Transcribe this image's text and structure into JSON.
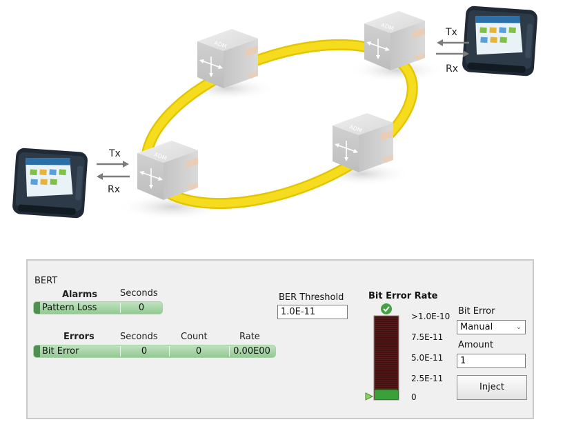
{
  "diagram": {
    "node_label": "ADM",
    "left_tx": "Tx",
    "left_rx": "Rx",
    "right_tx": "Tx",
    "right_rx": "Rx",
    "colors": {
      "ring": "#f2d400",
      "node": "#d6d6d6",
      "arrow": "#7c7c7c"
    }
  },
  "bert": {
    "title": "BERT",
    "alarms": {
      "header": "Alarms",
      "seconds_header": "Seconds",
      "rows": [
        {
          "label": "Pattern Loss",
          "seconds": "0"
        }
      ]
    },
    "errors": {
      "header": "Errors",
      "seconds_header": "Seconds",
      "count_header": "Count",
      "rate_header": "Rate",
      "rows": [
        {
          "label": "Bit Error",
          "seconds": "0",
          "count": "0",
          "rate": "0.00E00"
        }
      ]
    },
    "ber_threshold": {
      "label": "BER Threshold",
      "value": "1.0E-11"
    },
    "meter": {
      "title": "Bit Error Rate",
      "ticks": [
        ">1.0E-10",
        "7.5E-11",
        "5.0E-11",
        "2.5E-11",
        "0"
      ],
      "level_fraction": 0.0,
      "status_icon": "check-circle-icon"
    },
    "bit_error": {
      "label": "Bit Error",
      "selected": "Manual"
    },
    "amount": {
      "label": "Amount",
      "value": "1"
    },
    "inject_label": "Inject",
    "colors": {
      "bar": "#a6d5a6",
      "meter_red": "#6e1f1f",
      "meter_green": "#3aa03a"
    }
  }
}
